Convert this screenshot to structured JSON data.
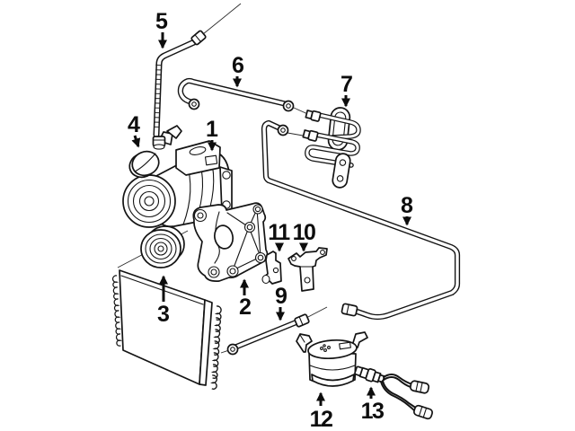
{
  "figure": {
    "background": "#ffffff",
    "ink": "#141414",
    "callouts": [
      {
        "label": "1"
      },
      {
        "label": "2"
      },
      {
        "label": "3"
      },
      {
        "label": "4"
      },
      {
        "label": "5"
      },
      {
        "label": "6"
      },
      {
        "label": "7"
      },
      {
        "label": "8"
      },
      {
        "label": "9"
      },
      {
        "label": "10"
      },
      {
        "label": "11"
      },
      {
        "label": "12"
      },
      {
        "label": "13"
      }
    ]
  }
}
